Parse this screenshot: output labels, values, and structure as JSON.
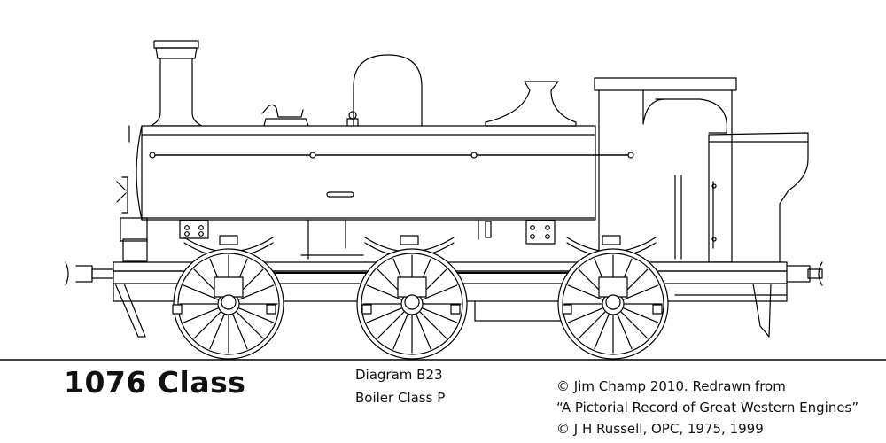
{
  "title": "1076 Class",
  "diagram": "Diagram B23",
  "boiler": "Boiler Class P",
  "credits": [
    "© Jim Champ 2010. Redrawn from",
    "“A Pictorial Record of Great Western Engines”",
    "© J H Russell, OPC, 1975, 1999"
  ],
  "colors": {
    "line": "#000000",
    "background": "#ffffff"
  }
}
